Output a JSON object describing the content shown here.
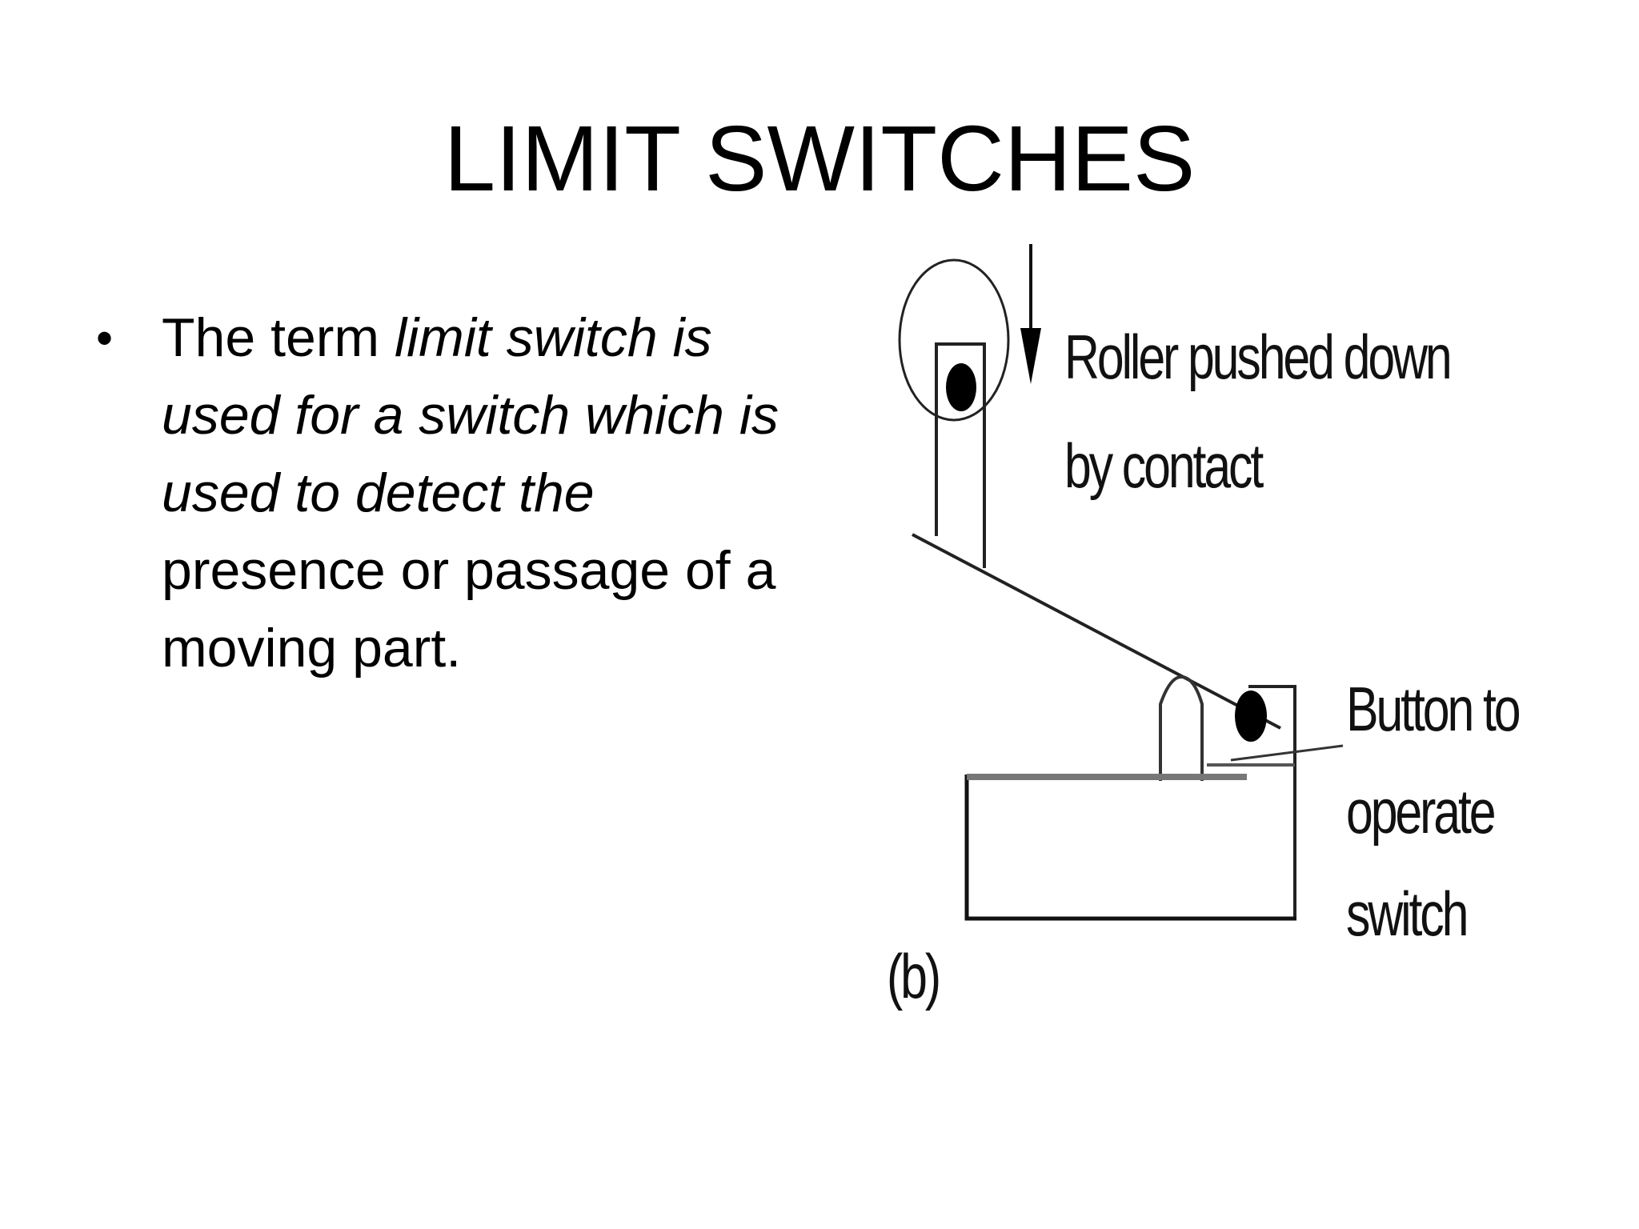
{
  "slide": {
    "title": "LIMIT SWITCHES",
    "bullet": {
      "marker": "•",
      "text_plain_1": "The term ",
      "text_italic": "limit switch is used for a switch which is used to detect the",
      "text_plain_2": " presence or passage of a moving part."
    }
  },
  "diagram": {
    "roller_label_line1": "Roller pushed down",
    "roller_label_line2": "by contact",
    "button_label_line1": "Button to",
    "button_label_line2": "operate",
    "button_label_line3": "switch",
    "caption": "(b)"
  }
}
